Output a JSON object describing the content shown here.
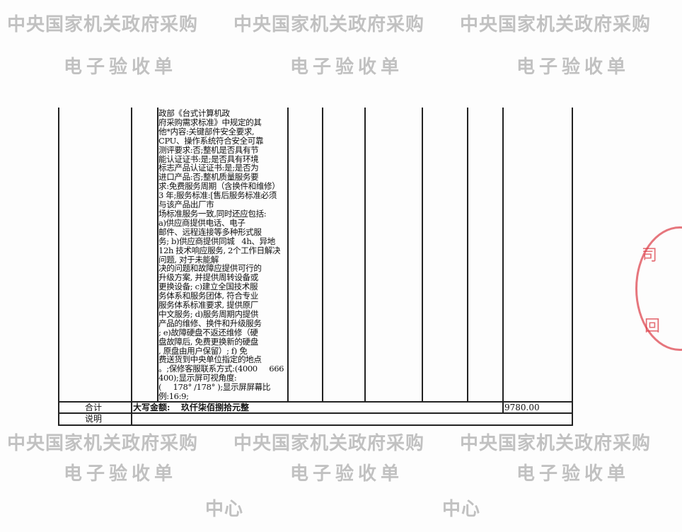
{
  "spec_text": "政部《台式计算机政\n府采购需求标准》中规定的其\n他*内容:关键部件安全要求,\nCPU、操作系统符合安全可靠\n测评要求:否;整机是否具有节\n能认证证书:是;是否具有环境\n标志产品认证证书:是;是否为\n进口产品:否;整机质量服务要\n求:免费服务周期（含换件和维修）\n3 年;服务标准:[售后服务标准必须\n与该产品出厂市\n场标准服务一致,同时还应包括:\na)供应商提供电话、电子\n邮件、远程连接等多种形式服\n务; b)供应商提供同城   4h、异地\n12h 技术响应服务, 2个工作日解决\n问题, 对于未能解\n决的问题和故障应提供可行的\n升级方案, 并提供周转设备或\n更换设备; c)建立全国技术服\n务体系和服务团体, 符合专业\n服务体系标准要求, 提供原厂\n中文服务; d)服务周期内提供\n产品的维修、换件和升级服务\n; e)故障硬盘不返还维修（硬\n盘故障后, 免费更换新的硬盘\n, 原盘由用户保留）; f) 免\n费送货到中央单位指定的地点\n。;保修客服联系方式:(4000     666\n400);显示屏可视角度:\n(     178° /178° );显示屏屏幕比\n例:16:9;",
  "total": {
    "label": "合计",
    "amount_words_label": "大写金额:",
    "amount_words": "玖仟柒佰捌拾元整",
    "amount": "9780.00"
  },
  "notes": {
    "label": "说明",
    "value": ""
  },
  "watermark": {
    "line1": "中央国家机关政府采购",
    "line2": "电子验收单",
    "center": "中心"
  },
  "stamp": {
    "chars": [
      "司",
      "回"
    ]
  },
  "colors": {
    "stamp": "#dc3c46",
    "watermark": "#787878"
  }
}
